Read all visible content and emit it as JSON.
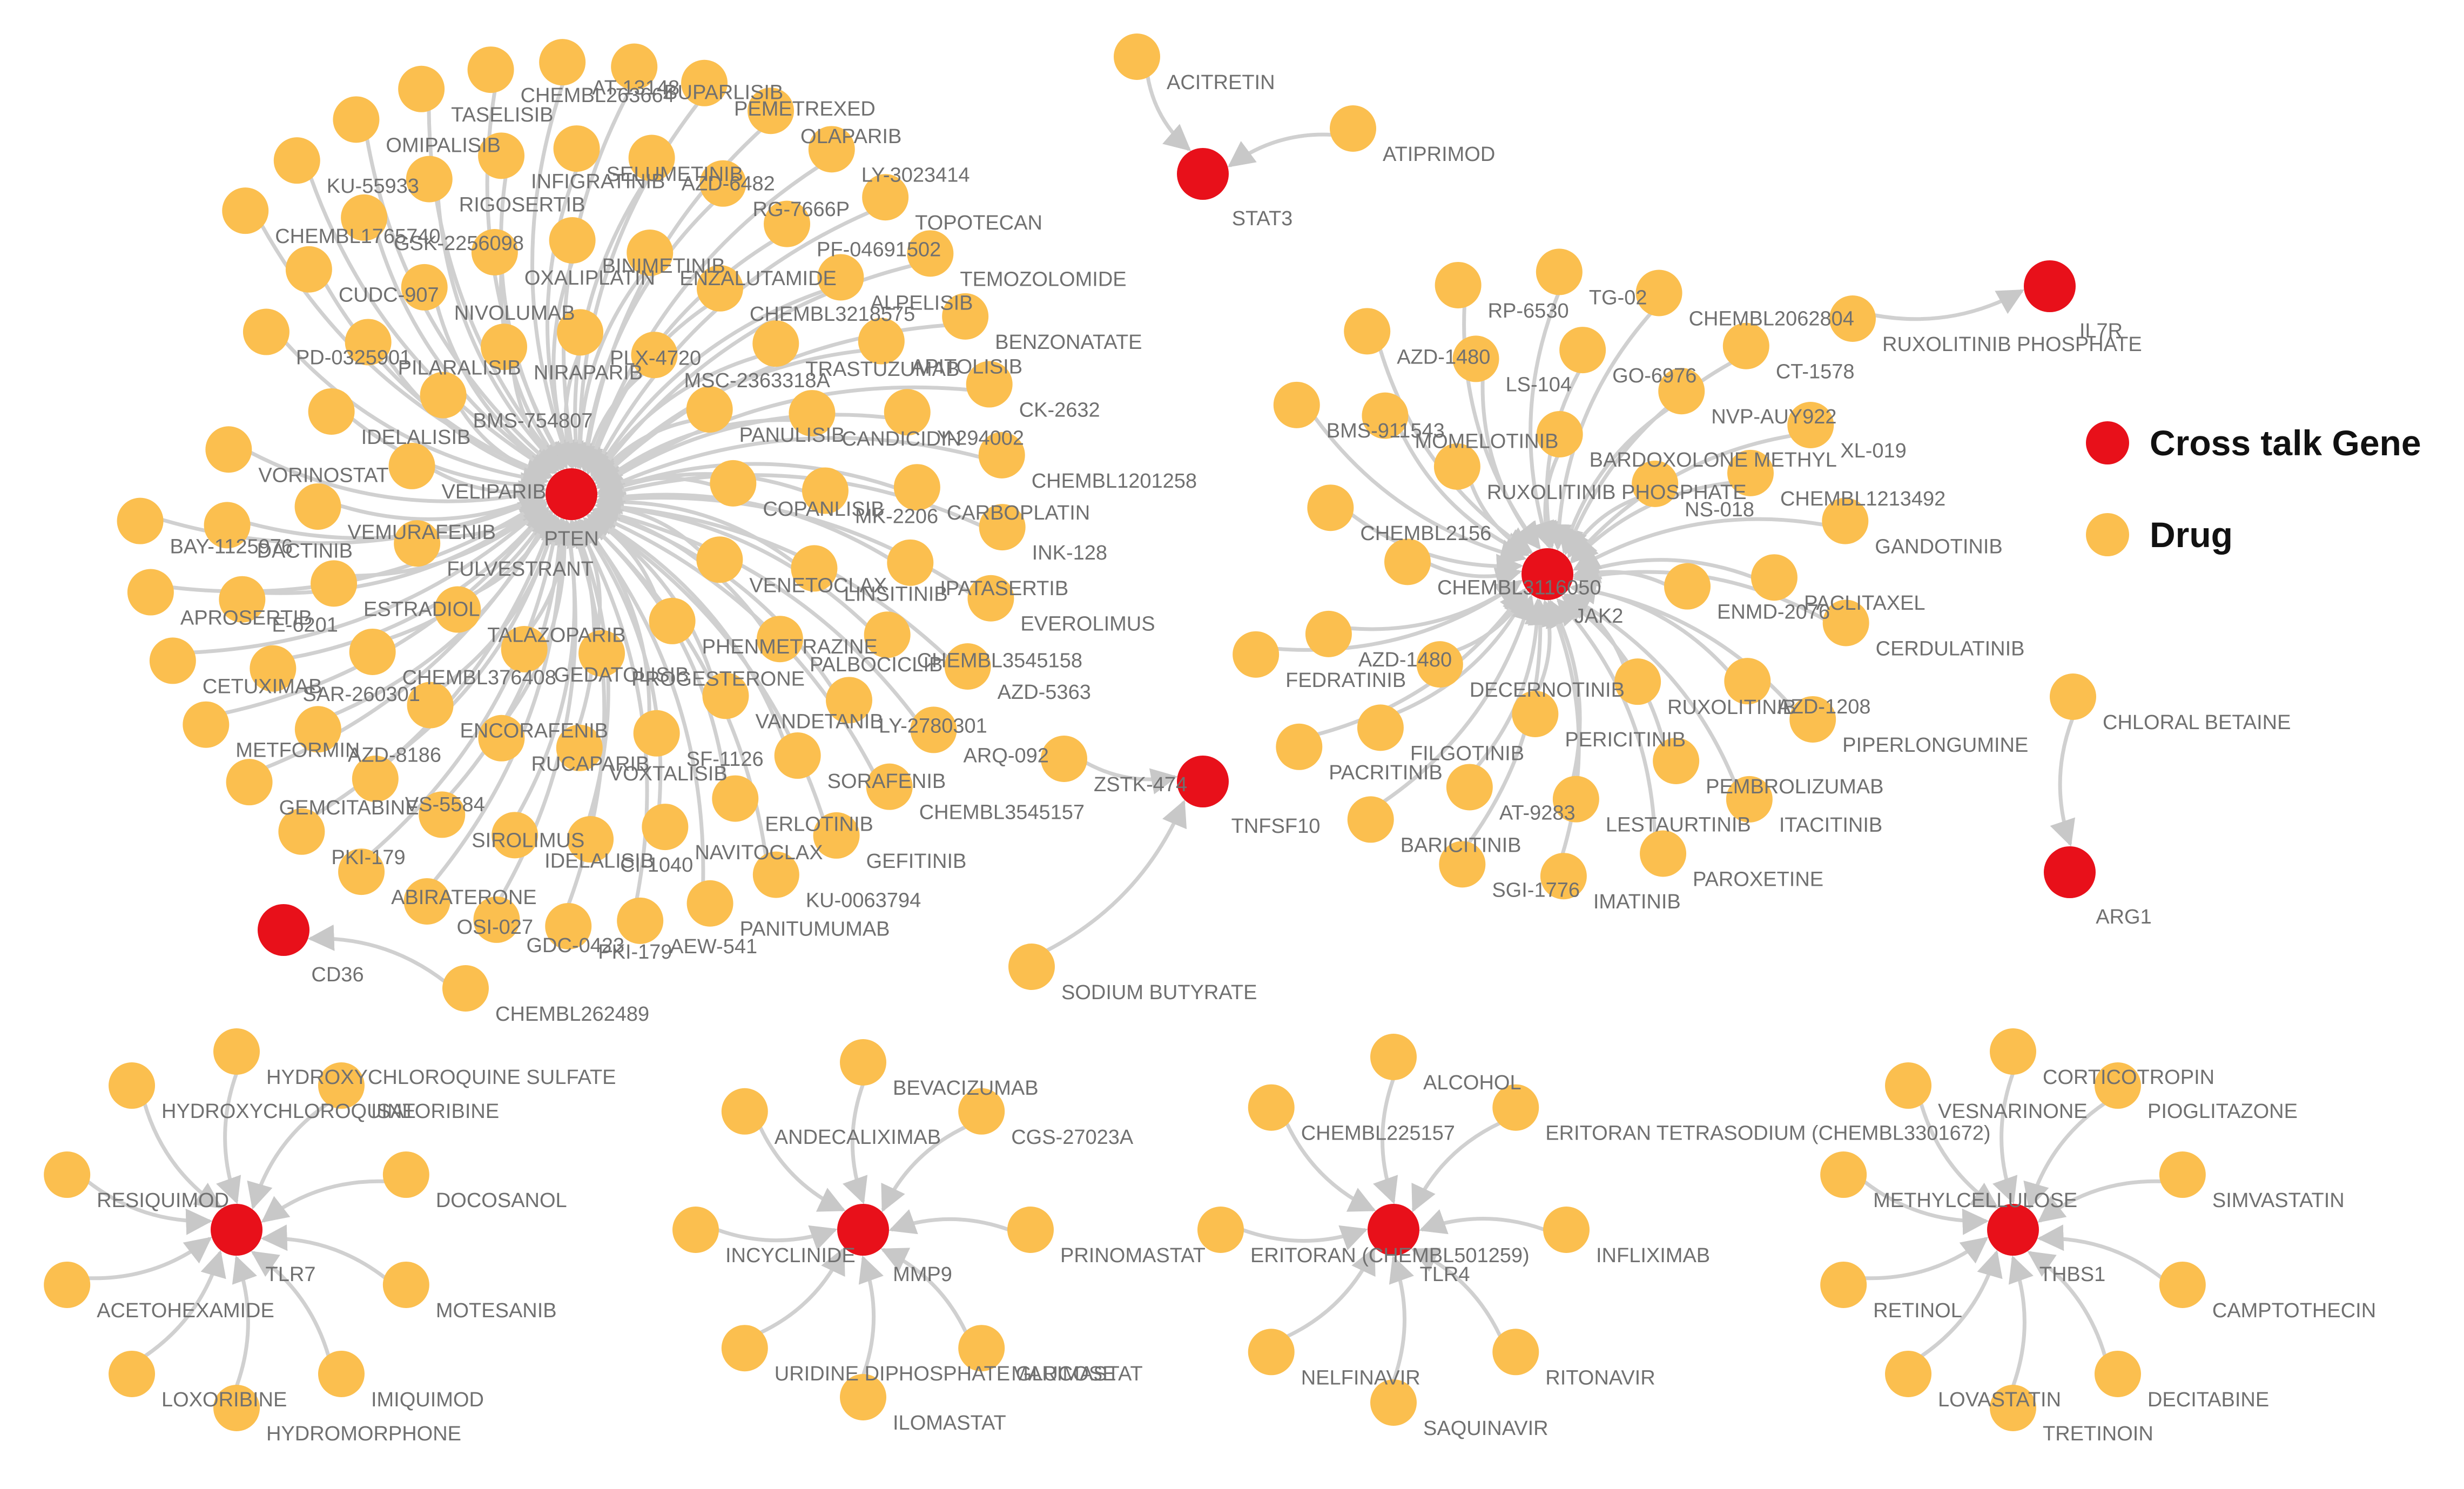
{
  "colors": {
    "gene": "#e8101a",
    "drug": "#fbbf4f",
    "edge": "#d0d0d0",
    "label": "#707070"
  },
  "legend": [
    {
      "key": "gene",
      "label": "Cross talk Gene"
    },
    {
      "key": "drug",
      "label": "Drug"
    }
  ],
  "hubs": [
    {
      "label": "PTEN",
      "drugs": [
        "VELIPARIB",
        "BMS-754807",
        "NIRAPARIB",
        "PLX-4720",
        "MSC-2363318A",
        "PANULISIB",
        "COPANLISIB",
        "VENETOCLAX",
        "PHENMETRAZINE",
        "PROGESTERONE",
        "GEDATOLISIB",
        "TALAZOPARIB",
        "FULVESTRANT",
        "IDELALISIB",
        "PILARALISIB",
        "NIVOLUMAB",
        "OXALIPLATIN",
        "BINIMETINIB",
        "ENZALUTAMIDE",
        "CHEMBL3218575",
        "TRASTUZUMAB",
        "CANDICIDIN",
        "MK-2206",
        "LINSITINIB",
        "PALBOCICLIB",
        "VANDETANIB",
        "SF-1126",
        "VOXTALISIB",
        "RUCAPARIB",
        "ENCORAFENIB",
        "CHEMBL376408",
        "ESTRADIOL",
        "VEMURAFENIB",
        "PD-0325901",
        "CUDC-907",
        "GSK-2256098",
        "RIGOSERTIB",
        "INFIGRATINIB",
        "SELUMETINIB",
        "AZD-6482",
        "RG-7666P",
        "PF-04691502",
        "ALPELISIB",
        "APITOLISIB",
        "Y-294002",
        "CARBOPLATIN",
        "IPATASERTIB",
        "CHEMBL3545158",
        "LY-2780301",
        "SORAFENIB",
        "ERLOTINIB",
        "NAVITOCLAX",
        "CI-1040",
        "IDELALISIB",
        "SIROLIMUS",
        "VS-5584",
        "AZD-8186",
        "SAR-260301",
        "E-6201",
        "DACTINIB",
        "VORINOSTAT",
        "CHEMBL1765740",
        "KU-55933",
        "OMIPALISIB",
        "TASELISIB",
        "CHEMBL263664",
        "AT-13148",
        "BUPARLISIB",
        "PEMETREXED",
        "OLAPARIB",
        "LY-3023414",
        "TOPOTECAN",
        "TEMOZOLOMIDE",
        "BENZONATATE",
        "CK-2632",
        "CHEMBL1201258",
        "INK-128",
        "EVEROLIMUS",
        "AZD-5363",
        "ARQ-092",
        "CHEMBL3545157",
        "GEFITINIB",
        "KU-0063794",
        "PANITUMUMAB",
        "AEW-541",
        "PKI-179",
        "GDC-0423",
        "OSI-027",
        "ABIRATERONE",
        "PKI-179",
        "GEMCITABINE",
        "METFORMIN",
        "CETUXIMAB",
        "APROSERTIB",
        "BAY-1125976"
      ]
    },
    {
      "label": "STAT3",
      "drugs": [
        "ACITRETIN",
        "ATIPRIMOD"
      ]
    },
    {
      "label": "JAK2",
      "drugs": [
        "CHEMBL3116050",
        "RUXOLITINIB PHOSPHATE",
        "BARDOXOLONE METHYL",
        "NS-018",
        "ENMD-2076",
        "RUXOLITINIB",
        "PERICITINIB",
        "DECERNOTINIB",
        "CHEMBL2156",
        "MOMELOTINIB",
        "LS-104",
        "GO-6976",
        "NVP-AUY922",
        "CHEMBL1213492",
        "PACLITAXEL",
        "AZD-1208",
        "PEMBROLIZUMAB",
        "LESTAURTINIB",
        "AT-9283",
        "FILGOTINIB",
        "AZD-1480",
        "BMS-911543",
        "AZD-1480",
        "RP-6530",
        "TG-02",
        "CHEMBL2062804",
        "CT-1578",
        "XL-019",
        "GANDOTINIB",
        "CERDULATINIB",
        "PIPERLONGUMINE",
        "ITACITINIB",
        "PAROXETINE",
        "IMATINIB",
        "SGI-1776",
        "BARICITINIB",
        "PACRITINIB",
        "FEDRATINIB"
      ]
    },
    {
      "label": "IL7R",
      "drugs": [
        "RUXOLITINIB PHOSPHATE"
      ]
    },
    {
      "label": "ARG1",
      "drugs": [
        "CHLORAL BETAINE"
      ]
    },
    {
      "label": "TNFSF10",
      "drugs": [
        "ZSTK-474",
        "SODIUM BUTYRATE"
      ]
    },
    {
      "label": "CD36",
      "drugs": [
        "CHEMBL262489"
      ]
    },
    {
      "label": "TLR7",
      "drugs": [
        "HYDROXYCHLOROQUINE SULFATE",
        "ISATORIBINE",
        "DOCOSANOL",
        "MOTESANIB",
        "IMIQUIMOD",
        "HYDROMORPHONE",
        "LOXORIBINE",
        "ACETOHEXAMIDE",
        "RESIQUIMOD",
        "HYDROXYCHLOROQUINE"
      ]
    },
    {
      "label": "MMP9",
      "drugs": [
        "BEVACIZUMAB",
        "CGS-27023A",
        "PRINOMASTAT",
        "MARIMASTAT",
        "ILOMASTAT",
        "URIDINE DIPHOSPHATE GLUCOSE",
        "INCYCLINIDE",
        "ANDECALIXIMAB"
      ]
    },
    {
      "label": "TLR4",
      "drugs": [
        "ALCOHOL",
        "ERITORAN TETRASODIUM (CHEMBL3301672)",
        "INFLIXIMAB",
        "RITONAVIR",
        "SAQUINAVIR",
        "NELFINAVIR",
        "ERITORAN (CHEMBL501259)",
        "CHEMBL225157"
      ]
    },
    {
      "label": "THBS1",
      "drugs": [
        "CORTICOTROPIN",
        "PIOGLITAZONE",
        "SIMVASTATIN",
        "CAMPTOTHECIN",
        "DECITABINE",
        "TRETINOIN",
        "LOVASTATIN",
        "RETINOL",
        "METHYLCELLULOSE",
        "VESNARINONE"
      ]
    }
  ]
}
